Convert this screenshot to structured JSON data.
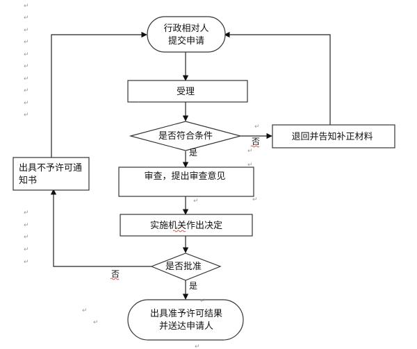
{
  "diagram": {
    "title": "行政许可流程图",
    "nodes": {
      "start": {
        "lines": [
          "行政相对人",
          "提交申请"
        ]
      },
      "accept": {
        "text": "受理"
      },
      "check_conditions": {
        "text": "是否符合条件"
      },
      "return_materials": {
        "text": "退回并告知补正材料"
      },
      "review": {
        "text": "审查，提出审查意见"
      },
      "decision": {
        "text": "实施机关作出决定"
      },
      "approve": {
        "text": "是否批准"
      },
      "reject_notice": {
        "lines": [
          "出具不予许可通",
          "知书"
        ]
      },
      "end": {
        "lines": [
          "出具准予许可结果",
          "并送达申请人"
        ]
      }
    },
    "edge_labels": {
      "conditions_yes": "是",
      "conditions_no": "否",
      "approve_yes": "是",
      "approve_no": "否"
    },
    "paragraph_mark": "↵"
  }
}
